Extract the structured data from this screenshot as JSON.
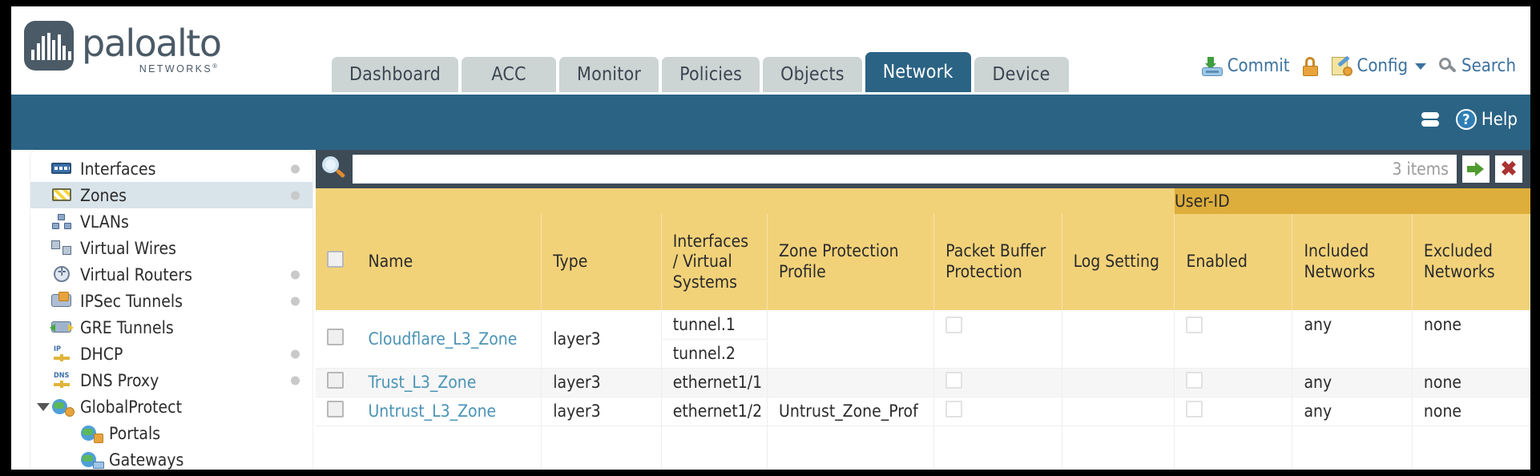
{
  "brand": {
    "name": "paloalto",
    "sub": "NETWORKS",
    "sup": "®"
  },
  "nav": {
    "tabs": [
      {
        "label": "Dashboard",
        "active": false
      },
      {
        "label": "ACC",
        "active": false
      },
      {
        "label": "Monitor",
        "active": false
      },
      {
        "label": "Policies",
        "active": false
      },
      {
        "label": "Objects",
        "active": false
      },
      {
        "label": "Network",
        "active": true
      },
      {
        "label": "Device",
        "active": false
      }
    ]
  },
  "header_actions": {
    "commit": "Commit",
    "config": "Config",
    "search": "Search"
  },
  "blue_bar": {
    "help": "Help"
  },
  "sidebar": {
    "items": [
      {
        "label": "Interfaces",
        "icon": "interfaces-icon",
        "dot": true,
        "selected": false,
        "indent": false,
        "expander": false
      },
      {
        "label": "Zones",
        "icon": "zones-icon",
        "dot": true,
        "selected": true,
        "indent": false,
        "expander": false
      },
      {
        "label": "VLANs",
        "icon": "vlans-icon",
        "dot": false,
        "selected": false,
        "indent": false,
        "expander": false
      },
      {
        "label": "Virtual Wires",
        "icon": "virtual-wires-icon",
        "dot": false,
        "selected": false,
        "indent": false,
        "expander": false
      },
      {
        "label": "Virtual Routers",
        "icon": "virtual-routers-icon",
        "dot": true,
        "selected": false,
        "indent": false,
        "expander": false
      },
      {
        "label": "IPSec Tunnels",
        "icon": "ipsec-tunnels-icon",
        "dot": true,
        "selected": false,
        "indent": false,
        "expander": false
      },
      {
        "label": "GRE Tunnels",
        "icon": "gre-tunnels-icon",
        "dot": false,
        "selected": false,
        "indent": false,
        "expander": false
      },
      {
        "label": "DHCP",
        "icon": "dhcp-icon",
        "dot": true,
        "selected": false,
        "indent": false,
        "expander": false
      },
      {
        "label": "DNS Proxy",
        "icon": "dns-proxy-icon",
        "dot": true,
        "selected": false,
        "indent": false,
        "expander": false
      },
      {
        "label": "GlobalProtect",
        "icon": "globalprotect-icon",
        "dot": false,
        "selected": false,
        "indent": false,
        "expander": true
      },
      {
        "label": "Portals",
        "icon": "portals-icon",
        "dot": false,
        "selected": false,
        "indent": true,
        "expander": false
      },
      {
        "label": "Gateways",
        "icon": "gateways-icon",
        "dot": false,
        "selected": false,
        "indent": true,
        "expander": false
      }
    ]
  },
  "search": {
    "value": "",
    "placeholder": "",
    "item_count": "3 items"
  },
  "table": {
    "group_header": "User-ID",
    "columns": [
      "Name",
      "Type",
      "Interfaces / Virtual Systems",
      "Zone Protection Profile",
      "Packet Buffer Protection",
      "Log Setting",
      "Enabled",
      "Included Networks",
      "Excluded Networks"
    ],
    "rows": [
      {
        "name": "Cloudflare_L3_Zone",
        "type": "layer3",
        "interfaces": [
          "tunnel.1",
          "tunnel.2"
        ],
        "zone_protection_profile": "",
        "packet_buffer_protection": false,
        "log_setting": "",
        "userid_enabled": false,
        "included_networks": "any",
        "excluded_networks": "none"
      },
      {
        "name": "Trust_L3_Zone",
        "type": "layer3",
        "interfaces": [
          "ethernet1/1"
        ],
        "zone_protection_profile": "",
        "packet_buffer_protection": false,
        "log_setting": "",
        "userid_enabled": false,
        "included_networks": "any",
        "excluded_networks": "none"
      },
      {
        "name": "Untrust_L3_Zone",
        "type": "layer3",
        "interfaces": [
          "ethernet1/2"
        ],
        "zone_protection_profile": "Untrust_Zone_Prof",
        "packet_buffer_protection": false,
        "log_setting": "",
        "userid_enabled": false,
        "included_networks": "any",
        "excluded_networks": "none"
      }
    ]
  },
  "colors": {
    "brand_slate": "#4a5a66",
    "tab_active": "#2b6384",
    "tab_inactive": "#ccd4d4",
    "band_blue": "#2b6384",
    "table_header": "#f2d279",
    "table_group_header": "#ddae3c",
    "link": "#4b94b5",
    "content_bg": "#3d4b57"
  }
}
